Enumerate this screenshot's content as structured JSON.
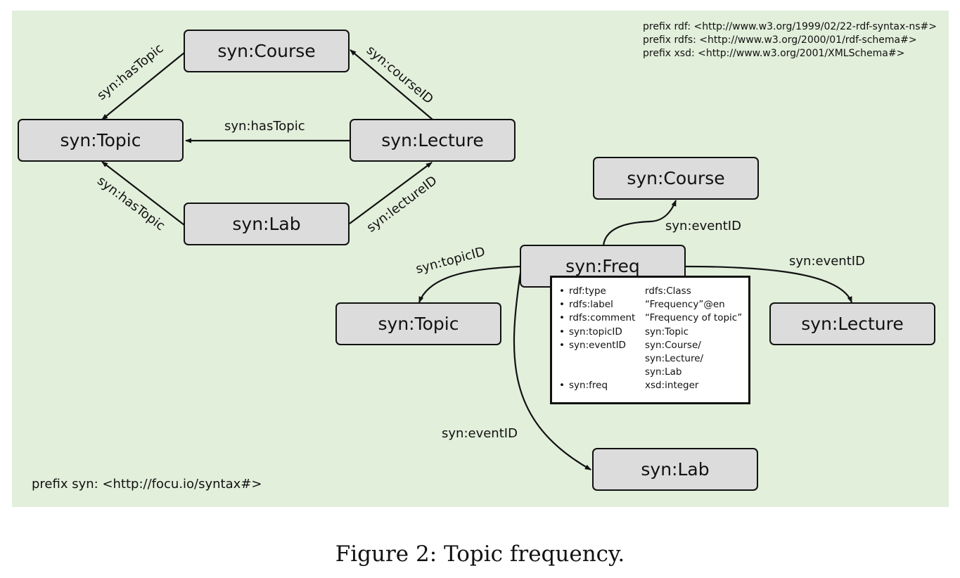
{
  "left_graph": {
    "nodes": {
      "course": "syn:Course",
      "topic": "syn:Topic",
      "lecture": "syn:Lecture",
      "lab": "syn:Lab"
    },
    "edges": {
      "course_topic": "syn:hasTopic",
      "lecture_course": "syn:courseID",
      "lecture_topic": "syn:hasTopic",
      "lab_topic": "syn:hasTopic",
      "lab_lecture": "syn:lectureID"
    }
  },
  "right_graph": {
    "nodes": {
      "course": "syn:Course",
      "freq": "syn:Freq",
      "topic": "syn:Topic",
      "lecture": "syn:Lecture",
      "lab": "syn:Lab"
    },
    "edges": {
      "freq_course": "syn:eventID",
      "freq_topic": "syn:topicID",
      "freq_lecture": "syn:eventID",
      "freq_lab": "syn:eventID"
    },
    "properties": [
      {
        "key": "rdf:type",
        "values": [
          "rdfs:Class"
        ]
      },
      {
        "key": "rdfs:label",
        "values": [
          "“Frequency”@en"
        ]
      },
      {
        "key": "rdfs:comment",
        "values": [
          "“Frequency of topic”"
        ]
      },
      {
        "key": "syn:topicID",
        "values": [
          "syn:Topic"
        ]
      },
      {
        "key": "syn:eventID",
        "values": [
          "syn:Course/",
          "syn:Lecture/",
          "syn:Lab"
        ]
      },
      {
        "key": "syn:freq",
        "values": [
          "xsd:integer"
        ]
      }
    ]
  },
  "prefixes": {
    "rdf": "prefix rdf: <http://www.w3.org/1999/02/22-rdf-syntax-ns#>",
    "rdfs": "prefix rdfs: <http://www.w3.org/2000/01/rdf-schema#>",
    "xsd": "prefix xsd: <http://www.w3.org/2001/XMLSchema#>",
    "syn": "prefix syn: <http://focu.io/syntax#>"
  },
  "caption": "Figure 2: Topic frequency.",
  "colors": {
    "panel_background": "#e2efdb",
    "node_fill": "#dcdcdc",
    "stroke": "#111111"
  }
}
